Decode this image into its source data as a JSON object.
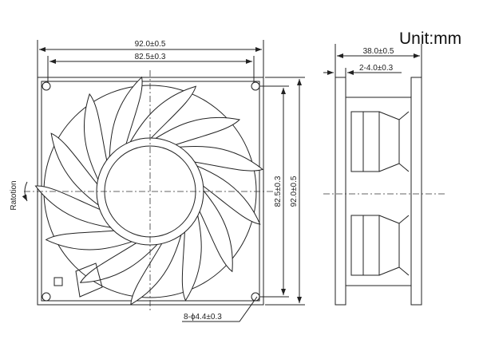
{
  "unit_label": "Unit:mm",
  "rotation_label": "Ratotion",
  "front_view": {
    "width_outer": "92.0±0.5",
    "width_holes": "82.5±0.3",
    "height_holes": "82.5±0.3",
    "height_outer": "92.0±0.5",
    "holes": "8-ϕ4.4±0.3",
    "blade_count": 13
  },
  "side_view": {
    "depth": "38.0±0.5",
    "flange": "2-4.0±0.3"
  }
}
